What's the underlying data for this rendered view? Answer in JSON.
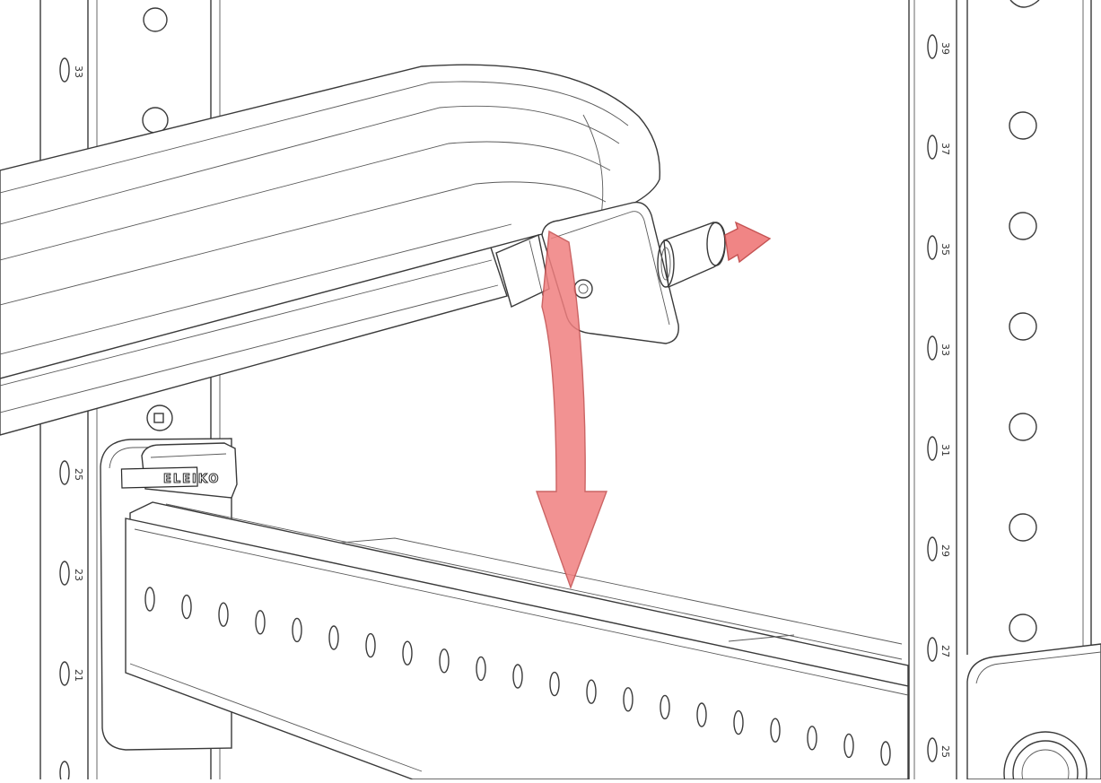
{
  "brand_label": "ELEIKO",
  "left_upright_numbers": [
    "33",
    "25",
    "23",
    "21"
  ],
  "right_upright_numbers": [
    "39",
    "37",
    "35",
    "33",
    "31",
    "29",
    "27",
    "25"
  ],
  "colors": {
    "arrow_fill": "#f07f7f",
    "arrow_stroke": "#c24a4a",
    "line": "#3a3a3a",
    "background": "#ffffff"
  }
}
